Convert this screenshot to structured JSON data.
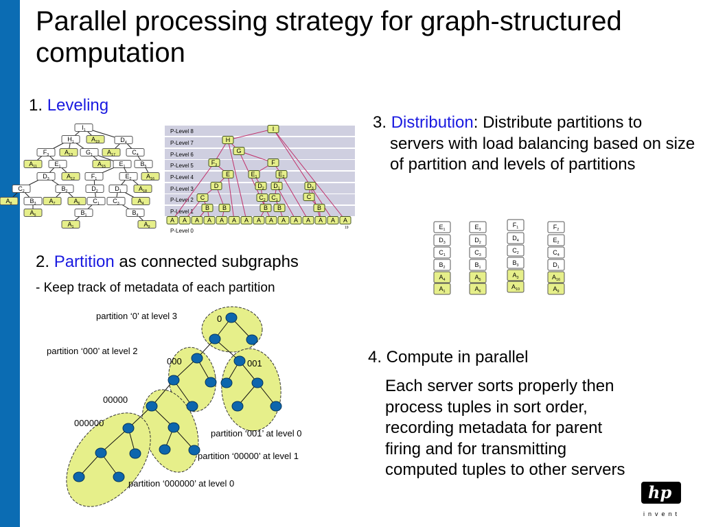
{
  "title": "Parallel processing strategy for graph-structured computation",
  "sections": {
    "s1": {
      "num": "1. ",
      "keyword": "Leveling"
    },
    "s2": {
      "num": "2. ",
      "keyword": "Partition",
      "rest": " as connected subgraphs",
      "sub": "- Keep track of metadata of each partition"
    },
    "s3": {
      "num": "3. ",
      "keyword": "Distribution",
      "rest": ": Distribute  partitions to servers with load balancing based on size of partition and levels of partitions"
    },
    "s4": {
      "heading": "4. Compute in parallel",
      "body": "Each server sorts properly then process tuples in sort order, recording metadata for parent firing and for transmitting computed tuples to other servers"
    }
  },
  "leveling_tree": {
    "nodes": [
      {
        "l": "I",
        "s": "1",
        "g": 0
      },
      {
        "l": "H",
        "s": "1",
        "g": 0
      },
      {
        "l": "A",
        "s": "19",
        "g": 1
      },
      {
        "l": "D",
        "s": "4",
        "g": 0
      },
      {
        "l": "F",
        "s": "3",
        "g": 0
      },
      {
        "l": "A",
        "s": "13",
        "g": 1
      },
      {
        "l": "G",
        "s": "1",
        "g": 0
      },
      {
        "l": "A",
        "s": "17",
        "g": 1
      },
      {
        "l": "C",
        "s": "4",
        "g": 0
      },
      {
        "l": "A",
        "s": "11",
        "g": 1
      },
      {
        "l": "E",
        "s": "1",
        "g": 0
      },
      {
        "l": "A",
        "s": "15",
        "g": 1
      },
      {
        "l": "E",
        "s": "1",
        "g": 0
      },
      {
        "l": "B",
        "s": "5",
        "g": 0
      },
      {
        "l": "D",
        "s": "3",
        "g": 0
      },
      {
        "l": "A",
        "s": "12",
        "g": 1
      },
      {
        "l": "F",
        "s": "1",
        "g": 0
      },
      {
        "l": "E",
        "s": "2",
        "g": 0
      },
      {
        "l": "A",
        "s": "16",
        "g": 1
      },
      {
        "l": "C",
        "s": "2",
        "g": 0
      },
      {
        "l": "B",
        "s": "2",
        "g": 0
      },
      {
        "l": "D",
        "s": "2",
        "g": 0
      },
      {
        "l": "D",
        "s": "1",
        "g": 0
      },
      {
        "l": "A",
        "s": "18",
        "g": 1
      },
      {
        "l": "A",
        "s": "8",
        "g": 1
      },
      {
        "l": "B",
        "s": "3",
        "g": 0
      },
      {
        "l": "A",
        "s": "7",
        "g": 1
      },
      {
        "l": "A",
        "s": "6",
        "g": 1
      },
      {
        "l": "C",
        "s": "1",
        "g": 0
      },
      {
        "l": "C",
        "s": "3",
        "g": 0
      },
      {
        "l": "A",
        "s": "4",
        "g": 1
      },
      {
        "l": "A",
        "s": "5",
        "g": 1
      },
      {
        "l": "B",
        "s": "1",
        "g": 0
      },
      {
        "l": "B",
        "s": "4",
        "g": 0
      },
      {
        "l": "A",
        "s": "1",
        "g": 1
      },
      {
        "l": "A",
        "s": "9",
        "g": 1
      }
    ]
  },
  "level_chart": {
    "levels": [
      "P-Level 8",
      "P-Level 7",
      "P-Level 6",
      "P-Level 5",
      "P-Level 4",
      "P-Level 3",
      "P-Level 2",
      "P-Level 1",
      "P-Level 0"
    ],
    "nodes": [
      {
        "l": "I",
        "s": ""
      },
      {
        "l": "H",
        "s": ""
      },
      {
        "l": "G",
        "s": ""
      },
      {
        "l": "F",
        "s": "3"
      },
      {
        "l": "F",
        "s": ""
      },
      {
        "l": "E",
        "s": ""
      },
      {
        "l": "E",
        "s": "1"
      },
      {
        "l": "E",
        "s": "2"
      },
      {
        "l": "D",
        "s": ""
      },
      {
        "l": "D",
        "s": "2"
      },
      {
        "l": "D",
        "s": "1"
      },
      {
        "l": "D",
        "s": "3"
      },
      {
        "l": "C",
        "s": ""
      },
      {
        "l": "C",
        "s": "2"
      },
      {
        "l": "C",
        "s": "1"
      },
      {
        "l": "C",
        "s": ""
      },
      {
        "l": "B",
        "s": ""
      },
      {
        "l": "B",
        "s": ""
      },
      {
        "l": "B",
        "s": ""
      },
      {
        "l": "B",
        "s": ""
      },
      {
        "l": "B",
        "s": ""
      }
    ],
    "bottom_row": [
      "A",
      "A",
      "A",
      "A",
      "A",
      "A",
      "A",
      "A",
      "A",
      "A",
      "A",
      "A",
      "A",
      "A",
      "A"
    ],
    "corner_note": "19"
  },
  "distribution": {
    "servers": [
      [
        {
          "l": "E",
          "s": "1",
          "g": 0
        },
        {
          "l": "D",
          "s": "3",
          "g": 0
        },
        {
          "l": "C",
          "s": "1",
          "g": 0
        },
        {
          "l": "B",
          "s": "2",
          "g": 0
        },
        {
          "l": "A",
          "s": "4",
          "g": 1
        },
        {
          "l": "A",
          "s": "1",
          "g": 1
        }
      ],
      [
        {
          "l": "E",
          "s": "3",
          "g": 0
        },
        {
          "l": "D",
          "s": "2",
          "g": 0
        },
        {
          "l": "C",
          "s": "3",
          "g": 0
        },
        {
          "l": "B",
          "s": "1",
          "g": 0
        },
        {
          "l": "A",
          "s": "5",
          "g": 1
        },
        {
          "l": "A",
          "s": "6",
          "g": 1
        }
      ],
      [
        {
          "l": "F",
          "s": "1",
          "g": 0
        },
        {
          "l": "D",
          "s": "4",
          "g": 0
        },
        {
          "l": "C",
          "s": "2",
          "g": 0
        },
        {
          "l": "B",
          "s": "3",
          "g": 0
        },
        {
          "l": "A",
          "s": "3",
          "g": 1
        },
        {
          "l": "A",
          "s": "10",
          "g": 1
        }
      ],
      [
        {
          "l": "F",
          "s": "2",
          "g": 0
        },
        {
          "l": "E",
          "s": "2",
          "g": 0
        },
        {
          "l": "C",
          "s": "4",
          "g": 0
        },
        {
          "l": "D",
          "s": "1",
          "g": 0
        },
        {
          "l": "A",
          "s": "16",
          "g": 1
        },
        {
          "l": "A",
          "s": "9",
          "g": 1
        }
      ]
    ]
  },
  "partition_diagram": {
    "labels": {
      "p0": "partition ‘0’ at level 3",
      "n0": "0",
      "p000": "partition ‘000’ at level 2",
      "n000": "000",
      "n001": "001",
      "n00000": "00000",
      "n000000": "000000",
      "p001": "partition ‘001’ at level 0",
      "p00000": "partition ‘00000’ at level 1",
      "p000000": "partition ‘000000’ at level 0"
    }
  },
  "logo": {
    "brand": "hp",
    "tagline": "invent"
  },
  "colors": {
    "accent_bar": "#0b6cb3",
    "keyword": "#1a1ae0",
    "node_green": "#e6ef8a",
    "edge_pink": "#c0306a",
    "band": "#cfcfe0",
    "node_blue": "#0d66ad"
  }
}
